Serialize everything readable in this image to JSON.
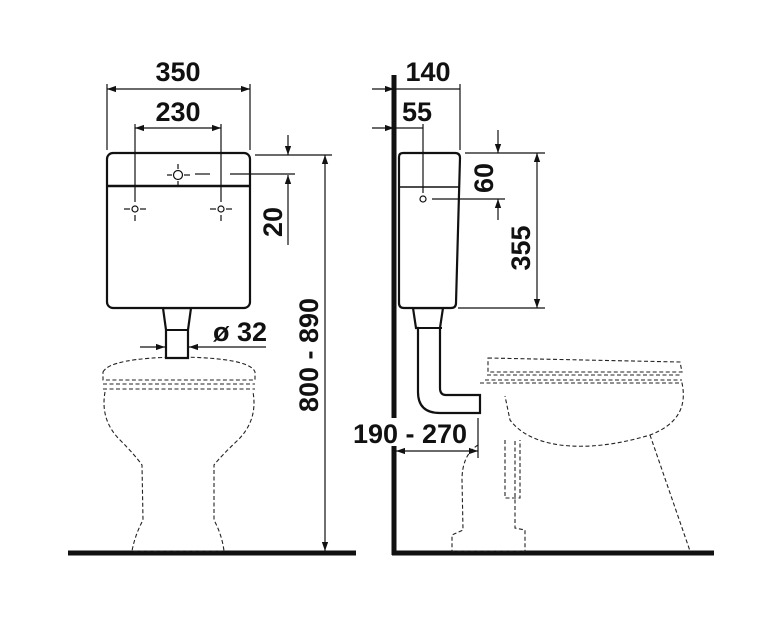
{
  "front_view": {
    "width_label": "350",
    "hole_spacing_label": "230",
    "hole_offset_label": "20",
    "height_range_label": "800 - 890",
    "pipe_diameter_label": "ø 32"
  },
  "side_view": {
    "depth_label": "140",
    "hole_depth_label": "55",
    "hole_drop_label": "60",
    "tank_height_label": "355",
    "wall_distance_label": "190 - 270"
  },
  "colors": {
    "line": "#111111",
    "background": "#ffffff"
  }
}
